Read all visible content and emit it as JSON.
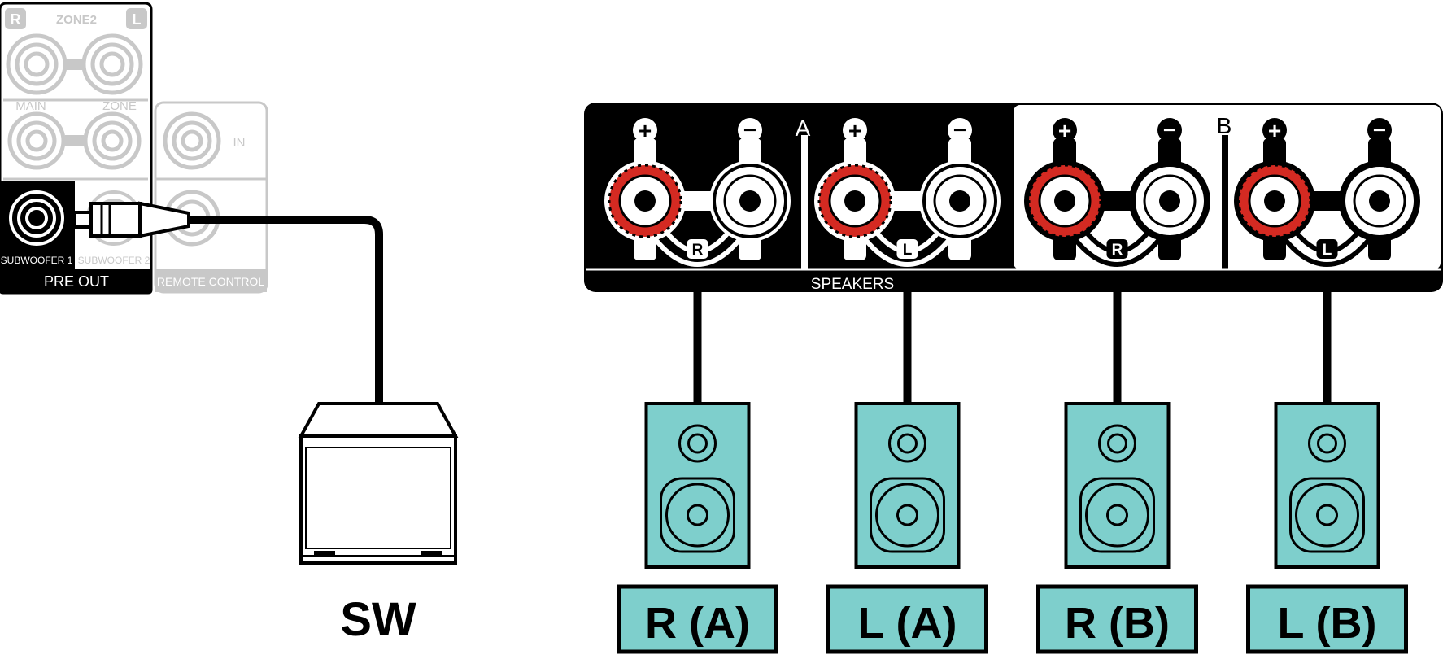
{
  "preout_panel": {
    "zone2_label": "ZONE2",
    "r_badge": "R",
    "l_badge": "L",
    "main_label": "MAIN",
    "zone_label": "ZONE",
    "subwoofer1_label": "SUBWOOFER 1",
    "subwoofer2_label": "SUBWOOFER 2",
    "pre_out_label": "PRE OUT"
  },
  "remote_panel": {
    "in_label": "IN",
    "remote_control_label": "REMOTE CONTROL"
  },
  "speaker_panel": {
    "group_a_label": "A",
    "group_b_label": "B",
    "speakers_label": "SPEAKERS",
    "plus_symbol": "+",
    "minus_symbol": "−",
    "channel_badges": [
      "R",
      "L",
      "R",
      "L"
    ]
  },
  "subwoofer": {
    "label": "SW"
  },
  "speakers": [
    {
      "label": "R (A)"
    },
    {
      "label": "L (A)"
    },
    {
      "label": "R (B)"
    },
    {
      "label": "L (B)"
    }
  ],
  "colors": {
    "panel_black": "#000000",
    "faded_gray": "#c8c8c8",
    "terminal_red": "#d42a22",
    "speaker_teal": "#7ecfcc"
  }
}
